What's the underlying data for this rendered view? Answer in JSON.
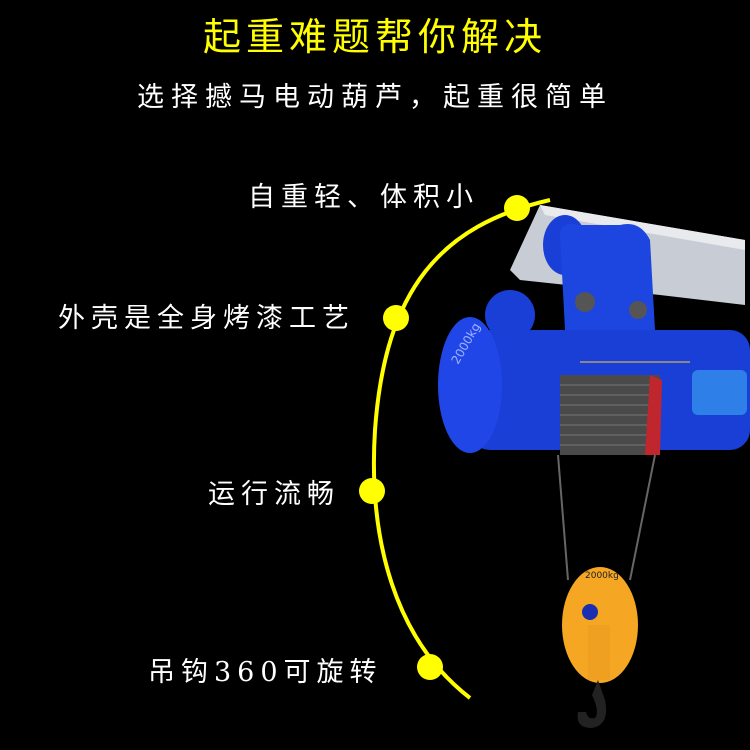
{
  "header": {
    "title": "起重难题帮你解决",
    "subtitle": "选择撼马电动葫芦，起重很简单"
  },
  "features": [
    {
      "label": "自重轻、体积小"
    },
    {
      "label": "外壳是全身烤漆工艺"
    },
    {
      "label": "运行流畅"
    },
    {
      "label": "吊钩360可旋转"
    }
  ],
  "product": {
    "name": "electric wire rope hoist",
    "motor_label": "2000kg",
    "hook_label": "2000kg"
  },
  "colors": {
    "background": "#000000",
    "title": "#ffff00",
    "accent": "#ffff00",
    "hoist_body": "#1a3fd6",
    "hook_block": "#f5a623",
    "beam": "#c8ccd4"
  }
}
